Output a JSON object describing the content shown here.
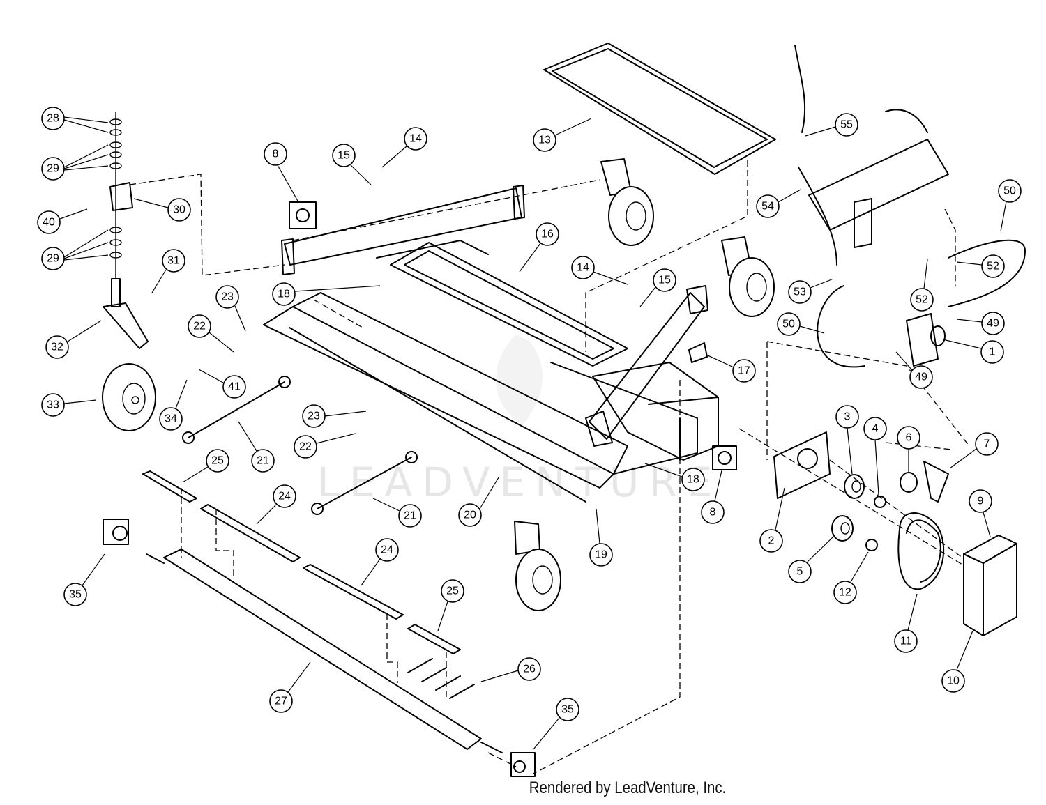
{
  "watermark": "LEADVENTURE",
  "credit": "Rendered by LeadVenture, Inc.",
  "callouts": [
    "1",
    "2",
    "3",
    "4",
    "5",
    "6",
    "7",
    "8",
    "8",
    "9",
    "10",
    "11",
    "12",
    "13",
    "14",
    "14",
    "15",
    "15",
    "16",
    "17",
    "18",
    "18",
    "19",
    "20",
    "21",
    "21",
    "22",
    "22",
    "23",
    "23",
    "24",
    "24",
    "25",
    "25",
    "26",
    "27",
    "28",
    "29",
    "29",
    "30",
    "31",
    "32",
    "33",
    "34",
    "35",
    "35",
    "40",
    "41",
    "49",
    "49",
    "50",
    "50",
    "52",
    "52",
    "53",
    "54",
    "55"
  ]
}
